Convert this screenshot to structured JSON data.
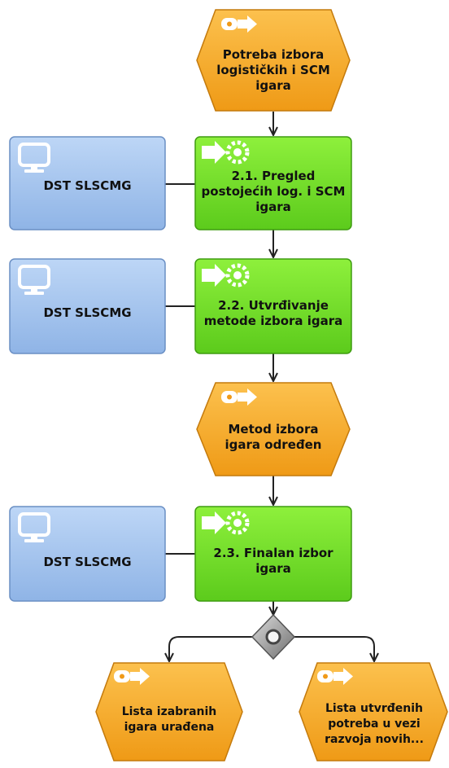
{
  "event_start": {
    "label": "Potreba izbora\nlogističkih i SCM\nigara"
  },
  "func_1": {
    "label": "2.1. Pregled\npostojećih log. i SCM\nigara"
  },
  "system_1": {
    "label": "DST SLSCMG"
  },
  "func_2": {
    "label": "2.2. Utvrđivanje\nmetode izbora igara"
  },
  "system_2": {
    "label": "DST SLSCMG"
  },
  "event_mid": {
    "label": "Metod izbora\nigara određen"
  },
  "func_3": {
    "label": "2.3. Finalan izbor\nigara"
  },
  "system_3": {
    "label": "DST SLSCMG"
  },
  "event_end_left": {
    "label": "Lista izabranih\nigara urađena"
  },
  "event_end_right": {
    "label": "Lista utvrđenih\npotreba u vezi\nrazvoja novih..."
  },
  "colors": {
    "event_fill": "#f7a825",
    "function_fill": "#76e02a",
    "system_fill": "#9dc0ec",
    "connector": "#222222"
  }
}
